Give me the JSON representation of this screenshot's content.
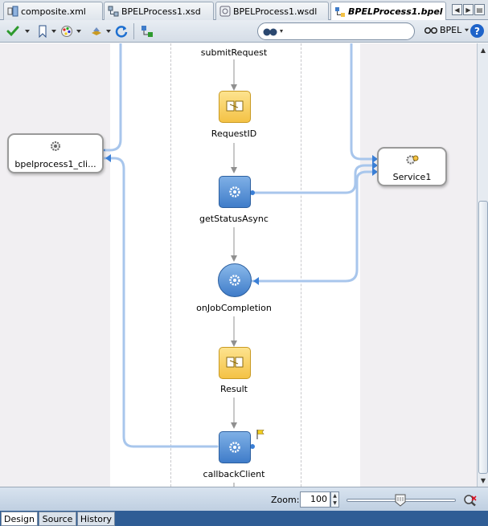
{
  "tabs": [
    {
      "label": "composite.xml",
      "icon": "composite-icon"
    },
    {
      "label": "BPELProcess1.xsd",
      "icon": "schema-icon"
    },
    {
      "label": "BPELProcess1.wsdl",
      "icon": "wsdl-icon"
    },
    {
      "label": "BPELProcess1.bpel",
      "icon": "bpel-icon",
      "active": true
    }
  ],
  "toolbar": {
    "search_value": "",
    "bpel_menu_label": "BPEL",
    "help_label": "?"
  },
  "canvas": {
    "partner_left": "bpelprocess1_cli...",
    "partner_right": "Service1",
    "activities": [
      {
        "label": "submitRequest",
        "type": "receive"
      },
      {
        "label": "RequestID",
        "type": "assign"
      },
      {
        "label": "getStatusAsync",
        "type": "invoke"
      },
      {
        "label": "onJobCompletion",
        "type": "receive"
      },
      {
        "label": "Result",
        "type": "assign"
      },
      {
        "label": "callbackClient",
        "type": "invoke"
      }
    ]
  },
  "zoom": {
    "label": "Zoom:",
    "value": "100",
    "slider_fraction": 0.5
  },
  "bottom_tabs": [
    {
      "label": "Design",
      "active": true
    },
    {
      "label": "Source"
    },
    {
      "label": "History"
    }
  ],
  "colors": {
    "wire": "#a8c6ec",
    "arrow_gray": "#909090",
    "assign_fill": "#f4c245",
    "invoke_fill": "#3f7cc9",
    "swimlane": "#f1eff2"
  }
}
